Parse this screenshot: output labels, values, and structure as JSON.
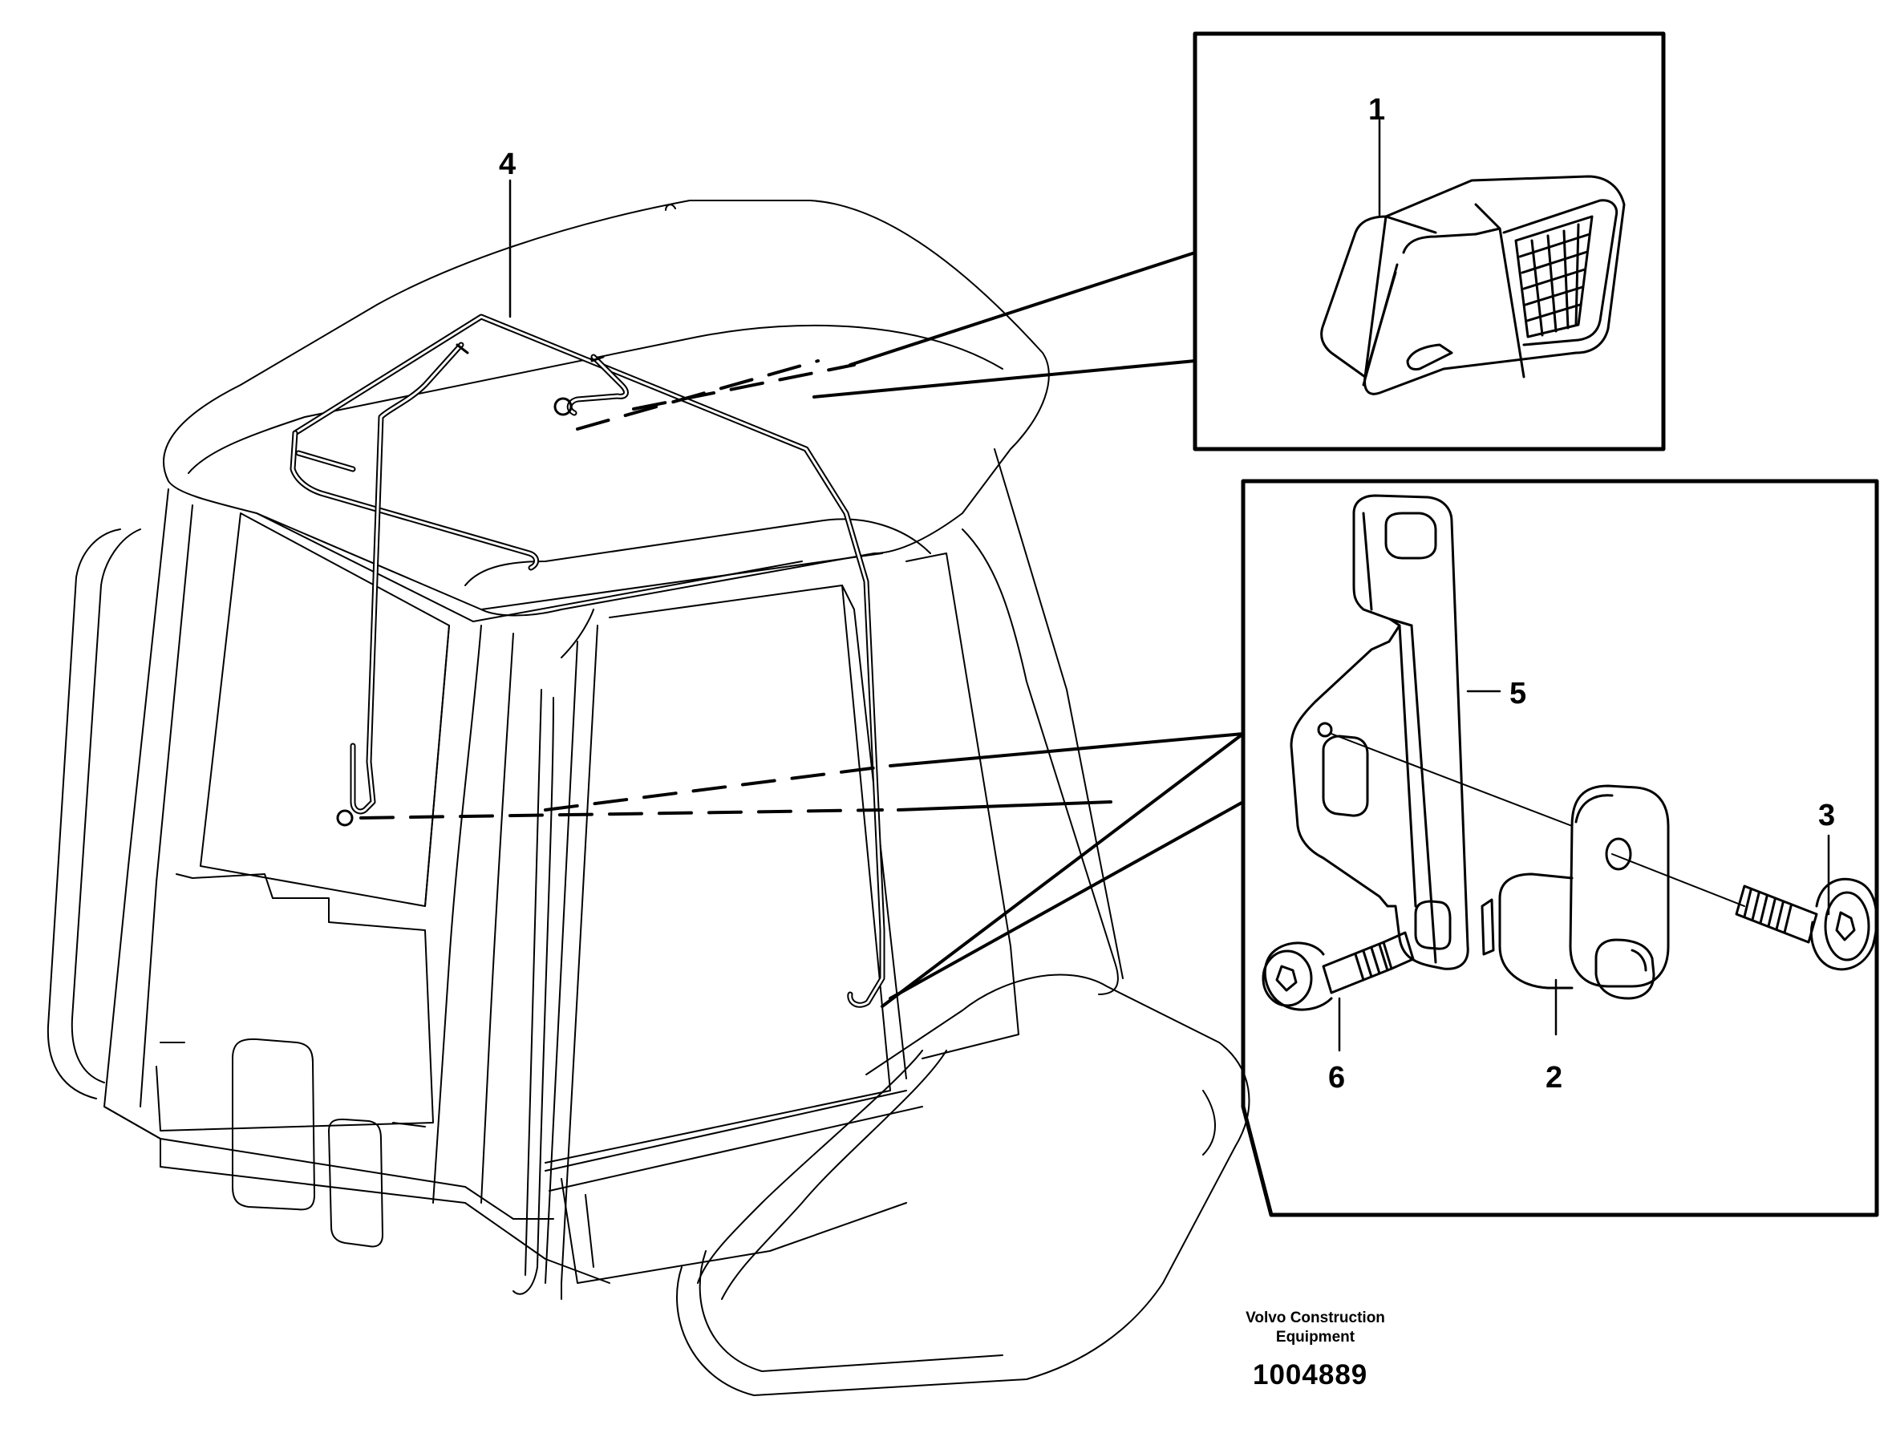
{
  "callouts": {
    "c1": "1",
    "c2": "2",
    "c3": "3",
    "c4": "4",
    "c5": "5",
    "c6": "6"
  },
  "footer": {
    "maker_line1": "Volvo Construction",
    "maker_line2": "Equipment",
    "drawing_number": "1004889"
  },
  "colors": {
    "ink": "#000000",
    "paper": "#ffffff"
  }
}
